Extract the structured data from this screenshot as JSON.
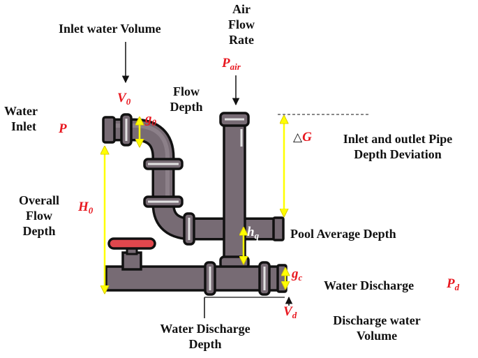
{
  "labels": {
    "air_line1": "Air",
    "air_line2": "Flow",
    "air_line3": "Rate",
    "inlet_volume": "Inlet water Volume",
    "flow_depth_line1": "Flow",
    "flow_depth_line2": "Depth",
    "water_inlet_line1": "Water",
    "water_inlet_line2": "Inlet",
    "inlet_outlet_line1": "Inlet and outlet Pipe",
    "inlet_outlet_line2": "Depth Deviation",
    "overall_line1": "Overall",
    "overall_line2": "Flow",
    "overall_line3": "Depth",
    "pool_average": "Pool Average Depth",
    "water_discharge": "Water Discharge",
    "discharge_depth_line1": "Water Discharge",
    "discharge_depth_line2": "Depth",
    "discharge_volume_line1": "Discharge water",
    "discharge_volume_line2": "Volume"
  },
  "symbols": {
    "p_air": {
      "base": "P",
      "sub": "air"
    },
    "v0": {
      "base": "V",
      "sub": "0"
    },
    "g0": {
      "base": "g",
      "sub": "0"
    },
    "p": {
      "base": "P"
    },
    "delta_g": {
      "delta": "△",
      "base": "G"
    },
    "h0": {
      "base": "H",
      "sub": "0"
    },
    "hq": {
      "base": "h",
      "sub": "q"
    },
    "gc": {
      "base": "g",
      "sub": "c"
    },
    "pd": {
      "base": "P",
      "sub": "d"
    },
    "vd": {
      "base": "V",
      "sub": "d"
    }
  },
  "colors": {
    "pipe_fill": "#776b74",
    "pipe_outline": "#111111",
    "joint_highlight": "#e2e2e2",
    "valve_handle": "#e0474d",
    "dimension_arrow": "#ffff00",
    "symbol_red": "#e8171f"
  }
}
